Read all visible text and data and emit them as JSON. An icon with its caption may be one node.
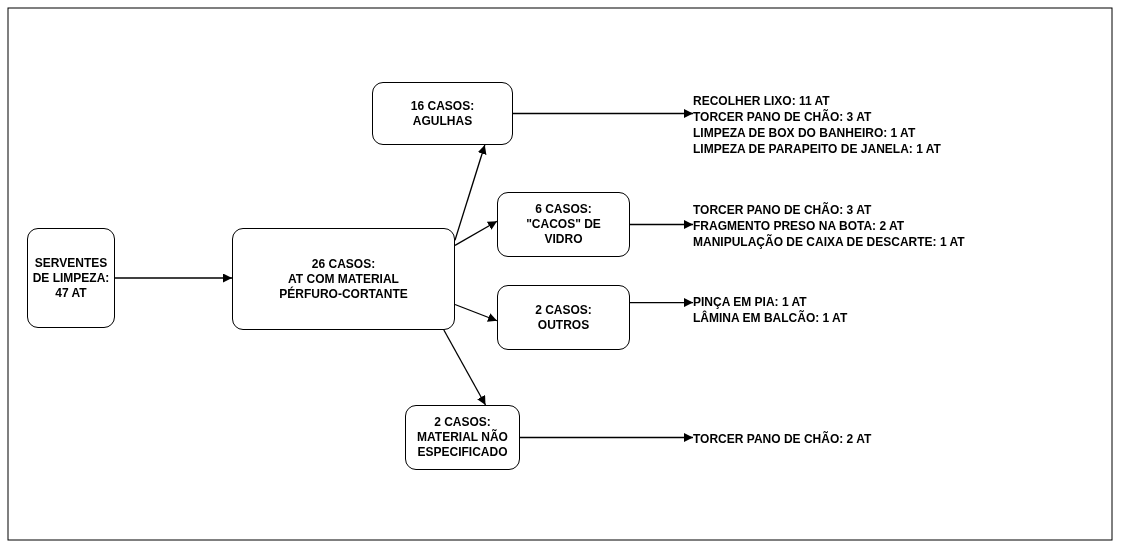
{
  "diagram": {
    "nodes": [
      {
        "text": [
          "SERVENTES DE LIMPEZA: 47 AT"
        ]
      },
      {
        "text": [
          "26 CASOS:",
          "AT COM MATERIAL PÉRFURO-CORTANTE"
        ]
      },
      {
        "text": [
          "16 CASOS:",
          "AGULHAS"
        ]
      },
      {
        "text": [
          "6 CASOS:",
          "\"CACOS\" DE VIDRO"
        ]
      },
      {
        "text": [
          "2 CASOS:",
          "OUTROS"
        ]
      },
      {
        "text": [
          "2 CASOS:",
          "MATERIAL NÃO ESPECIFICADO"
        ]
      },
      {
        "text": [
          "RECOLHER  LIXO: 11 AT",
          "TORCER PANO DE CHÃO: 3 AT",
          "LIMPEZA DE BOX DO BANHEIRO: 1 AT",
          "LIMPEZA DE PARAPEITO DE JANELA: 1 AT"
        ]
      },
      {
        "text": [
          "TORCER PANO DE CHÃO: 3 AT",
          "FRAGMENTO PRESO NA BOTA: 2 AT",
          "MANIPULAÇÃO DE CAIXA DE DESCARTE: 1 AT"
        ]
      },
      {
        "text": [
          "PINÇA EM PIA: 1 AT",
          "LÂMINA EM BALCÃO: 1 AT"
        ]
      },
      {
        "text": [
          "TORCER PANO DE CHÃO: 2 AT"
        ]
      }
    ],
    "edges": [
      {
        "from": 0,
        "to": 1,
        "arrow": "to"
      },
      {
        "from": 1,
        "to": 2,
        "arrow": "to"
      },
      {
        "from": 1,
        "to": 3,
        "arrow": "to"
      },
      {
        "from": 1,
        "to": 4,
        "arrow": "to"
      },
      {
        "from": 1,
        "to": 5,
        "arrow": "to"
      },
      {
        "from": 2,
        "to": 6,
        "arrow": "to"
      },
      {
        "from": 3,
        "to": 7,
        "arrow": "to"
      },
      {
        "from": 4,
        "to": 8,
        "arrow": "to"
      },
      {
        "from": 5,
        "to": 9,
        "arrow": "to"
      }
    ]
  }
}
